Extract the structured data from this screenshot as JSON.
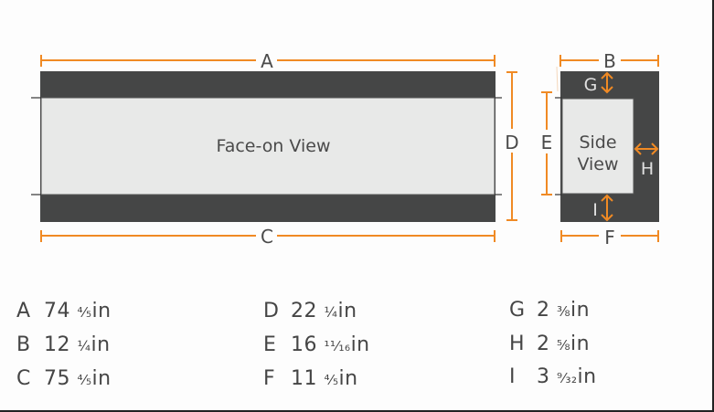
{
  "diagram": {
    "face_view_label": "Face-on View",
    "side_view_label_line1": "Side",
    "side_view_label_line2": "View",
    "dimension_letters": {
      "A": "A",
      "B": "B",
      "C": "C",
      "D": "D",
      "E": "E",
      "F": "F",
      "G": "G",
      "H": "H",
      "I": "I"
    },
    "colors": {
      "accent_orange": "#f08a24",
      "frame_dark": "#454646",
      "glass_light": "#e8e9e8",
      "text": "#4a4a4a"
    }
  },
  "specs": [
    {
      "key": "A",
      "whole": "74",
      "fraction": "⁴⁄₅",
      "unit": "in"
    },
    {
      "key": "B",
      "whole": "12",
      "fraction": "¼",
      "unit": "in"
    },
    {
      "key": "C",
      "whole": "75",
      "fraction": "⁴⁄₅",
      "unit": "in"
    },
    {
      "key": "D",
      "whole": "22",
      "fraction": "¼",
      "unit": "in"
    },
    {
      "key": "E",
      "whole": "16",
      "fraction": "¹¹⁄₁₆",
      "unit": "in"
    },
    {
      "key": "F",
      "whole": "11",
      "fraction": "⁴⁄₅",
      "unit": "in"
    },
    {
      "key": "G",
      "whole": "2",
      "fraction": "⅜",
      "unit": "in"
    },
    {
      "key": "H",
      "whole": "2",
      "fraction": "⅝",
      "unit": "in"
    },
    {
      "key": "I",
      "whole": "3",
      "fraction": "⁹⁄₃₂",
      "unit": "in"
    }
  ]
}
